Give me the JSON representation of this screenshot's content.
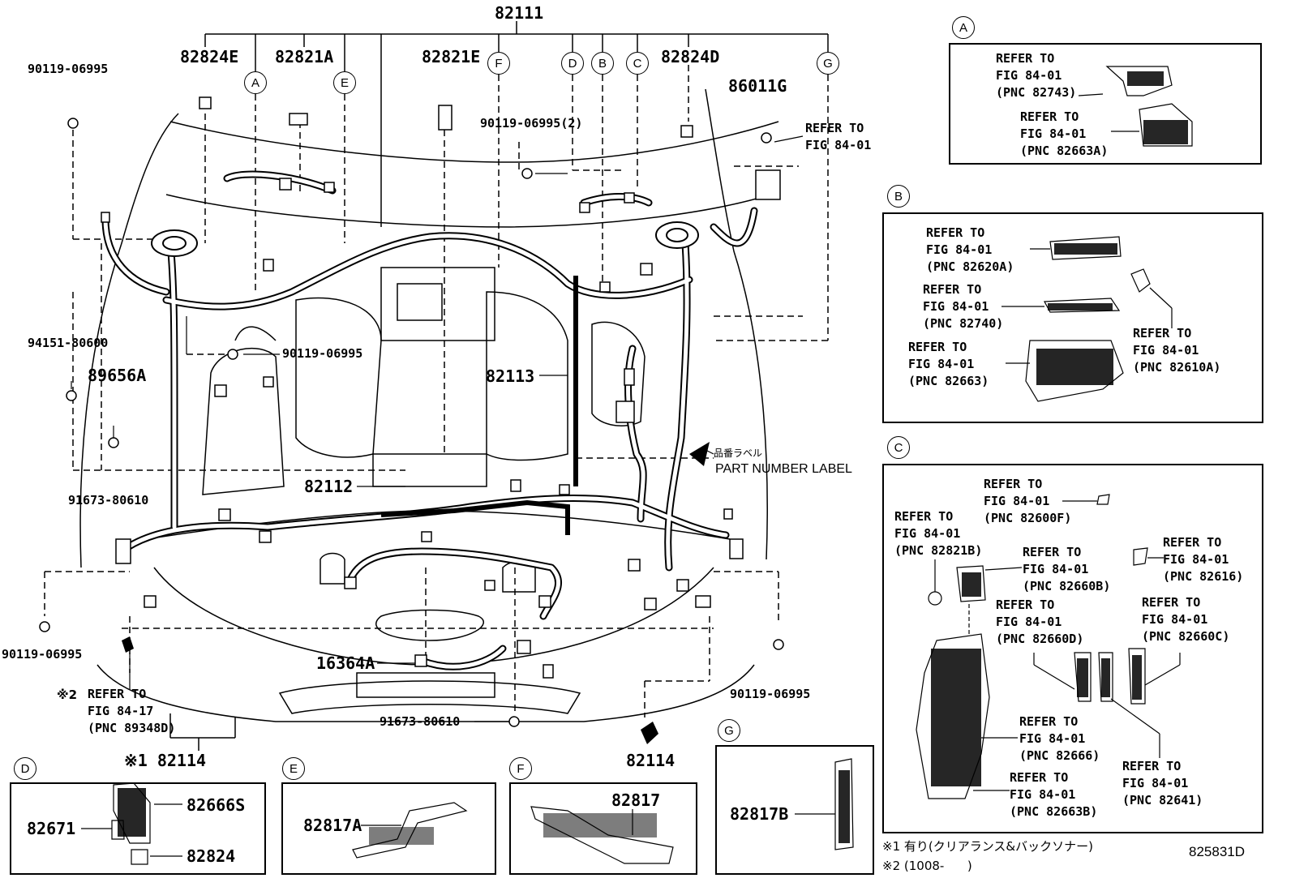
{
  "main_labels": {
    "p82111": "82111",
    "p82824E": "82824E",
    "p82821A": "82821A",
    "p82821E": "82821E",
    "p82824D": "82824D",
    "p86011G": "86011G",
    "p90119_tl": "90119-06995",
    "p90119_2": "90119-06995(2)",
    "p94151": "94151-80600",
    "p89656A": "89656A",
    "p90119_mid": "90119-06995",
    "p82113": "82113",
    "p91673_l": "91673-80610",
    "p82112": "82112",
    "p90119_bl": "90119-06995",
    "p16364A": "16364A",
    "p91673_b": "91673-80610",
    "p90119_br": "90119-06995",
    "p82114_l": "※1 82114",
    "p82114_r": "82114",
    "part_number_label_jp": "品番ラベル",
    "part_number_label": "PART NUMBER LABEL",
    "refer_top": "REFER TO\nFIG 84-01",
    "refer_left": "REFER TO\nFIG 84-17\n(PNC 89348D)",
    "refer_left_mark": "※2"
  },
  "callouts": [
    "A",
    "B",
    "C",
    "D",
    "E",
    "F",
    "G"
  ],
  "box_a": {
    "ref1": "REFER TO\nFIG 84-01\n(PNC 82743)",
    "ref2": "REFER TO\nFIG 84-01\n(PNC 82663A)"
  },
  "box_b": {
    "ref1": "REFER TO\nFIG 84-01\n(PNC 82620A)",
    "ref2": "REFER TO\nFIG 84-01\n(PNC 82740)",
    "ref3": "REFER TO\nFIG 84-01\n(PNC 82663)",
    "ref4": "REFER TO\nFIG 84-01\n(PNC 82610A)"
  },
  "box_c": {
    "ref1": "REFER TO\nFIG 84-01\n(PNC 82600F)",
    "ref2": "REFER TO\nFIG 84-01\n(PNC 82821B)",
    "ref3": "REFER TO\nFIG 84-01\n(PNC 82660B)",
    "ref4": "REFER TO\nFIG 84-01\n(PNC 82616)",
    "ref5": "REFER TO\nFIG 84-01\n(PNC 82660D)",
    "ref6": "REFER TO\nFIG 84-01\n(PNC 82660C)",
    "ref7": "REFER TO\nFIG 84-01\n(PNC 82666)",
    "ref8": "REFER TO\nFIG 84-01\n(PNC 82641)",
    "ref9": "REFER TO\nFIG 84-01\n(PNC 82663B)"
  },
  "box_d": {
    "p1": "82671",
    "p2": "82666S",
    "p3": "82824"
  },
  "box_e": {
    "p1": "82817A"
  },
  "box_f": {
    "p1": "82817"
  },
  "box_g": {
    "p1": "82817B"
  },
  "footnotes": {
    "n1": "※1 有り(クリアランス&バックソナー)",
    "n2": "※2 (1008-      )"
  },
  "diagram_id": "825831D"
}
